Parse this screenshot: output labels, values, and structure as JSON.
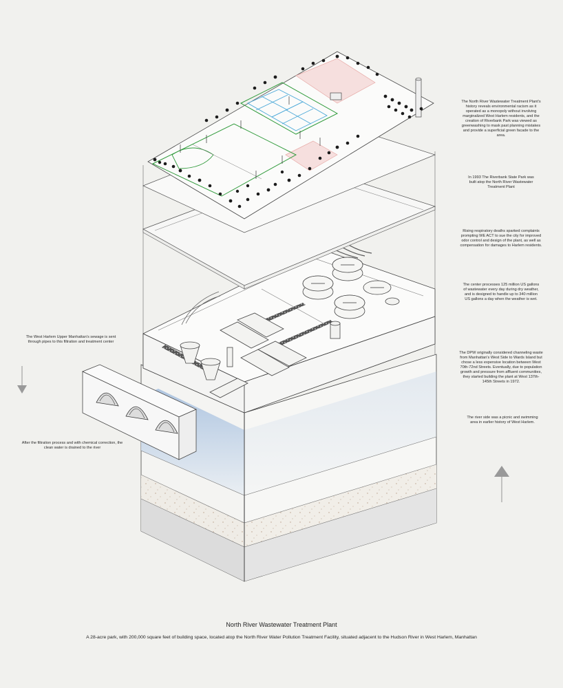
{
  "title": "North River Wastewater Treatment Plant",
  "subtitle": "A 28-acre park, with 200,000 square feet of building space, located atop the North River Water Pollution Treatment Facility, situated adjacent to the Hudson River in West Harlem, Manhattan",
  "annotations": {
    "history": "The North River Wastewater Treatment Plant's history reveals environmental racism as it operated as a monopoly without involving marginalized West Harlem residents, and the creation of Riverbank Park was viewed as greenwashing to mask past planning mistakes and provide a superficial green facade to the area.",
    "park_built": "In 1993 The Riverbank State Park was built atop the North River Wastewater Treatment Plant",
    "respiratory": "Rising respiratory deaths sparked complaints prompting WE ACT to sue the city for improved odor control and design of the plant, as well as compensation for damages to Harlem residents.",
    "capacity": "The center processes 125 million US gallons of wastewater every day during dry weather, and is designed to handle up to 340 million US gallons a day when the weather is wet.",
    "dpw": "The DPW originally considered channeling waste from Manhattan's West Side to Wards Island but chose a less expensive location between West 70th-72nd Streets. Eventually, due to population growth and pressure from affluent communities, they started building the plant at West 137th-145th Streets in 1972.",
    "river_side": "The river side was a picnic and swimming area in earlier history of West Harlem.",
    "sewage_in": "The West Harlem Upper Manhattan's sewage is sent through pipes to this filtration and treatment center",
    "water_out": "After the filtration process and with chemical correction, the clean water is drained to the river"
  },
  "icons": {
    "down_arrow": "down-arrow-icon",
    "up_arrow": "up-arrow-icon"
  },
  "colors": {
    "water_top": "#a9c2e0",
    "water_bottom": "#eef1f4",
    "court_blue": "#4aa8d8",
    "park_green": "#2f9a3a",
    "pink_zone": "#e7a9a6",
    "line": "#4a4a4a"
  }
}
